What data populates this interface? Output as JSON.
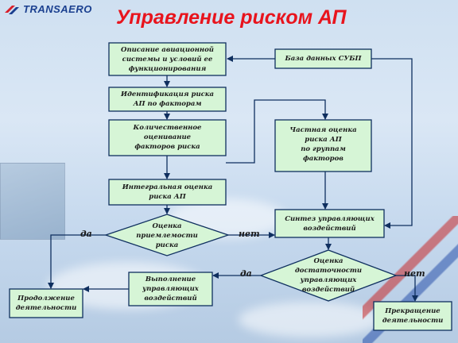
{
  "brand": {
    "name": "TRANSAERO"
  },
  "title": "Управление риском АП",
  "colors": {
    "title": "#e8141d",
    "box_fill": "#d6f5d6",
    "box_stroke": "#0f2f5f",
    "brand": "#1a3f8f"
  },
  "nodes": {
    "opisanie": "Описание авиационной\nсистемы и условий ее\nфункционирования",
    "baza": "База данных СУБП",
    "identifikaciya": "Идентификация риска\nАП по факторам",
    "kolichestvennoe": "Количественное\nоценивание\nфакторов риска",
    "chastnaya": "Частная оценка\nриска АП\nпо группам\nфакторов",
    "integralnaya": "Интегральная оценка\nриска АП",
    "ocenka_priemlemosti": "Оценка\nприемлемости\nриска",
    "sintez": "Синтез управляющих\nвоздействий",
    "ocenka_dostatochnosti": "Оценка\nдостаточности\nуправляющих\nвоздействий",
    "vyrabotka": "Выполнение\nуправляющих\nвоздействий",
    "prodolzhenie": "Продолжение\nдеятельности",
    "prekrashchenie": "Прекращение\nдеятельности"
  },
  "edge_labels": {
    "yes_left": "да",
    "no_right": "нет",
    "yes_bottom": "да",
    "no_bottom": "нет"
  }
}
